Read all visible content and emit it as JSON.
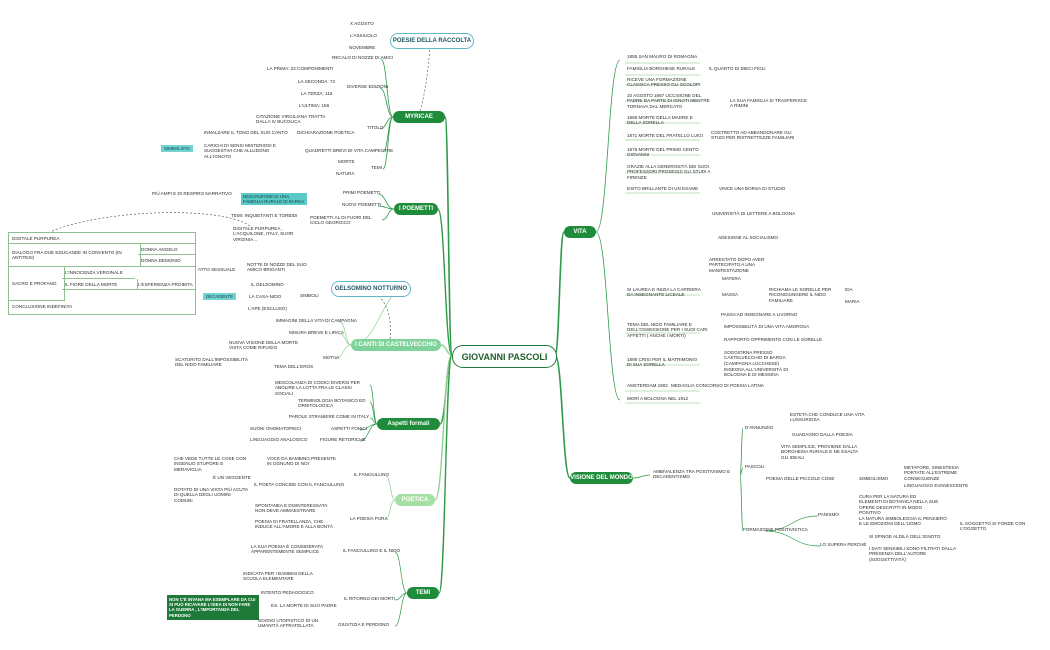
{
  "center": "GIOVANNI PASCOLI",
  "branches": {
    "myricae": "MYRICAE",
    "poemetti": "I POEMETTI",
    "canti": "I CANTI DI CASTELVECCHIO",
    "aspetti": "Aspetti formali",
    "poetica": "POETICA",
    "temi": "TEMI",
    "vita": "VITA",
    "visione": "VISIONE DEL MONDO"
  },
  "outlined": {
    "raccolta": "POESIE DELLA RACCOLTA",
    "gelsomino": "GELSOMINO NOTTURNO"
  },
  "highlights": {
    "simbolista": "SIMBOLISTA",
    "decadente": "DECADENTE",
    "famiglia": "DESCRIZIONE DI UNA FAMIGLIA RURALE DI BARGA",
    "nonprovava": "NON C'È INVANA MA ESEMPLARE DA CUI SI PUÒ RICAVARE L'IDEA DI NON FARE LA GUERRA , L'IMPORTANZA DEL PERDONO"
  },
  "myricae": {
    "poesie": [
      "X AGOSTO",
      "L'ASSIUOLO",
      "NOVEMBRE"
    ],
    "recalo": "RECALO DI NOZZE DI AMICI",
    "edizioni": "DIVERSE EDIZIONI",
    "ed_list": [
      "LA PRIMA: 22 COMPONIMENTI",
      "LA SECONDA: 72",
      "LA TERZA: 116",
      "L'ULTIMA: 156"
    ],
    "titolo": "TITOLO",
    "citazione": "CITAZIONE VIRGILIANA TRATTA DALLA IV BUCOLICA",
    "dichiarazione": "DICHIARAZIONE POETICA",
    "innalzare": "INNALZARE IL TONO DEL SUO CANTO",
    "quadretti": "QUADRETTI BREVI DI VITA CAMPESTRE",
    "carichi": "CARICHI DI SENSI MISTERIOSI E SUGGESTIVI CHE ALLUDONO ALL'IGNOTO",
    "temi": "TEMI",
    "morte": "MORTE",
    "natura": "NATURA"
  },
  "poemetti": {
    "primi": "PRIMI POEMETTI",
    "nuovi": "NUOVI POEMETTI",
    "piu_ampi": "PIÙ AMPI E DI RESPIRO NARRATIVO",
    "temi": "TEMI: INQUIETANTI E TORBIDI",
    "al_di_fuori": "POEMETTI AL DI FUORI DEL CICLO GEORGICO",
    "digitale": "DIGITALE PURPUREA , L'ACQUILONE, ITALY, SUOR VIRGINIA..."
  },
  "table": {
    "title": "DIGITALE PURPUREA",
    "dialogo": "DIALOGO FRA DUE EDUCANDE IN CONVENTO (IN ANTITESI)",
    "donna_angelo": "DONNA ANGELO",
    "donna_demonio": "DONNA DEMONIO",
    "sacro": "SACRO E PROFANO",
    "innocenza": "L'INNOCENZA VERGINALE",
    "fiore": "IL FIORE DELLA MORTE",
    "esperienza": "L'ESPERIENZA PROIBITA",
    "conclusione": "CONCLUSIONE INDEFINITA"
  },
  "gelsomino": {
    "atto": "ATTO SESSUALE",
    "notte": "NOTTE DI NOZZE DEL SUO AMICO BRIGANTI",
    "simboli": "SIMBOLI",
    "il_gelsomino": "IL GELSOMINO",
    "casa_nido": "LA CASA-NIDO",
    "ape": "L'APE (ESCLUSO)"
  },
  "canti": {
    "immagini": "IMMAGINI DELLA VITA DI CAMPAGNA",
    "misura": "MISURA BREVE E LIRICA",
    "nuova": "NUOVA VISIONE DELLA MORTE VISTA COME RIFUGIO",
    "motivi": "MOTIVI",
    "scaturito": "SCATURITO DALL'IMPOSSIBILITÀ DEL NIDO FAMILIARE",
    "tema": "TEMA DELL'EROS"
  },
  "aspetti": {
    "mescolanza": "MESCOLANZA DI CODICI DIVERSI PER ABOLIRE LA LOTTA FRA LE CLASSI SOCIALI",
    "terminologia": "TERMINOLOGIA BOTANICO ED ORNITOLOGICA",
    "parole": "PAROLE STRANIERE COME IN ITALY",
    "aspetti_fonici": "ASPETTI FONICI",
    "suoni": "SUONI ONOMATOPEICI",
    "linguaggio": "LINGUAGGIO ANALOGICO",
    "figure": "FIGURE RETORICHE"
  },
  "poetica": {
    "fanciullino": "IL FANCIULLINO",
    "voce": "VOCE DA BAMBINO PRESENTE IN OGNUNO DI NOI",
    "che_vede": "CHE VEDE TUTTE LE COSE CON INGENUO STUPORE E MERAVIGLIA",
    "veggente": "È UN VEGGENTE",
    "poeta": "IL POETA CONCIDE CON IL FANCIULLINO",
    "dotato": "DOTATO DI UNA VISTA PIÙ ACUTA DI QUELLA DEGLI UOMINI COMUNI",
    "poesia_pura": "LA POESIA PURA",
    "spontanea": "SPONTANEA E DISINTERESSATA: NON DEVE AMMAESTRARE",
    "fratellanza": "POESIA DI FRATELLANZA, CHE INDUCE ALL'AMORE E ALLA BONTÀ"
  },
  "temi": {
    "nido": "IL FANCIULLINO E IL NIDO",
    "sua_poesia": "LA SUA POESIA È CONSIDERATA APPARENTEMENTE SEMPLICE",
    "indicata": "INDICATA PER I BAMBINI DELLA SCUOLA ELEMENTARE",
    "ritorno": "IL RITORNO DEI MORTI",
    "intento": "INTENTO PEDAGOGICO",
    "morte_padre": "ES. LA MORTE DI SUO PADRE",
    "giustizia": "GIUSTIZIA E PERDONO",
    "sogno": "SOGNO UTOPISTICO DI UN UMANITÀ AFFRATELLATA"
  },
  "vita": {
    "nascita": "1855 SAN MAURO DI ROMAGNA",
    "famiglia": "FAMIGLIA BORGHESE RURALE",
    "quarto": "IL QUARTO DI DIECI FIGLI",
    "riceve": "RICEVE UNA FORMAZIONE CLASSICA PRESSO GLI SCOLOPI",
    "agosto": "10 AGOSTO 1867 UCCISIONE DEL PADRE DA PARTE DI IGNOTI MENTRE TORNAVA DAL MERCATO",
    "trasferisce": "LA SUA FAMIGLIA SI TRASFERISCE A RIMINI",
    "madre": "1868 MORTE DELLA MADRE E DELLA SORELLA",
    "fratello": "1871 MORTE DEL FRATELLO LUIGI",
    "costretto": "COSTRETTO AD ABBANDONARE GLI STUDI PER RISTRETTEZZE FAMILIARI",
    "primo": "1876 MORTE DEL PRIMO CENTO GIOVANNI",
    "grazie": "GRAZIE ALLA GENEROSITÀ DEI SUOI PROFESSORI PROSEGUÌ GLI STUDI A FIRENZE",
    "esito": "ESITO BRILLANTE DI UN ESAME",
    "vince": "VINCE UNA BORSA DI STUDIO",
    "universita": "UNIVERSITÀ DI LETTERE A BOLOGNA",
    "adesione": "ADESIONE AL SOCIALISMO",
    "arrestato": "ARRESTATO DOPO AVER PARTECIPATO A UNA MANIFESTAZIONE",
    "laurea": "SI LAUREA E INIZIA LA CARRIERA DA INSEGNANTE LICEALE",
    "matera": "MATERA",
    "massa": "MASSA",
    "richiama": "RICHIAMA LE SORELLE PER RICONGIUNGERE IL NIDO FAMILIARE",
    "ida": "IDA",
    "maria": "MARIA",
    "livorno": "PASSA AD INSEGNARE A LIVORNO",
    "tema_nido": "TEMA DEL NIDO FAMILIARE E DELL'OSSESSIONE PER I SUOI CARI AFFETTI ( ANCHE I MORTI)",
    "impossibilita": "IMPOSSIBILITÀ DI UNA VITA AMOROSA",
    "rapporto": "RAPPORTO OPPRIMENTE CON LE SORELLE",
    "crisi": "1895 CRISI PER IL MATRIMONIO DI SUA SORELLA",
    "soggiorna": "SOGGIORNA PRESSO CASTELVECCHIO DI BARGA (CAMPAGNA LUCCHESE)",
    "insegna": "INSEGNA ALL'UNIVERSITÀ DI BOLOGNA E DI MESSINA",
    "amsterdam": "AMSTERDAM 1902",
    "medaglia": "MEDAGLIA CONCORSO DI POESIA LATINA",
    "morte": "MORÌ A BOLOGNA NEL 1912"
  },
  "visione": {
    "ambivalenza": "AMBIVALENZA TRA POSITIVISMO E DECADENTISMO",
    "dannunzio": "D'ANNUNZIO",
    "esteta": "ESTETA  CHE CONDUCE UNA VITA LUSSURIOSA",
    "guadagno": "GUADAGNO DALLA POESIA",
    "pascoli": "PASCOLI",
    "vita_semplice": "VITA SEMPLICE, PROVIENE DALLA BORGHESIA RURALE E NE ESALTA GLI IDEALI",
    "piccole_cose": "POESIA DELLE PICCOLE COSE",
    "simbolismo": "SIMBOLISMO",
    "metafore": "METAFORE, SINESTESIA PORTATE ALL'ESTREME CONSEGUENZE",
    "evanescente": "LINGUAGGIO EVANESCENTE",
    "formazione": "FORMAZIONE POSITIVISTICA",
    "panismo": "PANISMO",
    "cura": "CURA PER LA NATURA ED ELEMENTI DI BOTANICA NELLA SUE OPERE DESCRITTI IN MODO POSITIVO",
    "simboleggia": "LA NATURA SIMBOLEGGIA IL PENSIERO E LE EMOZIONI DELL'UOMO",
    "soggetto": "IL SOGGETTO SI FONDE CON L'OGGETTO",
    "supera": "LO SUPERA PERCHÉ",
    "spinge": "SI SPINGE ALDILÀ DELL'IGNOTO",
    "dati": "I DATI SENSIBILI SONO FILTRATI DALLA PRESENZA DELL'AUTORE (SOGGETTIVITÀ)"
  }
}
